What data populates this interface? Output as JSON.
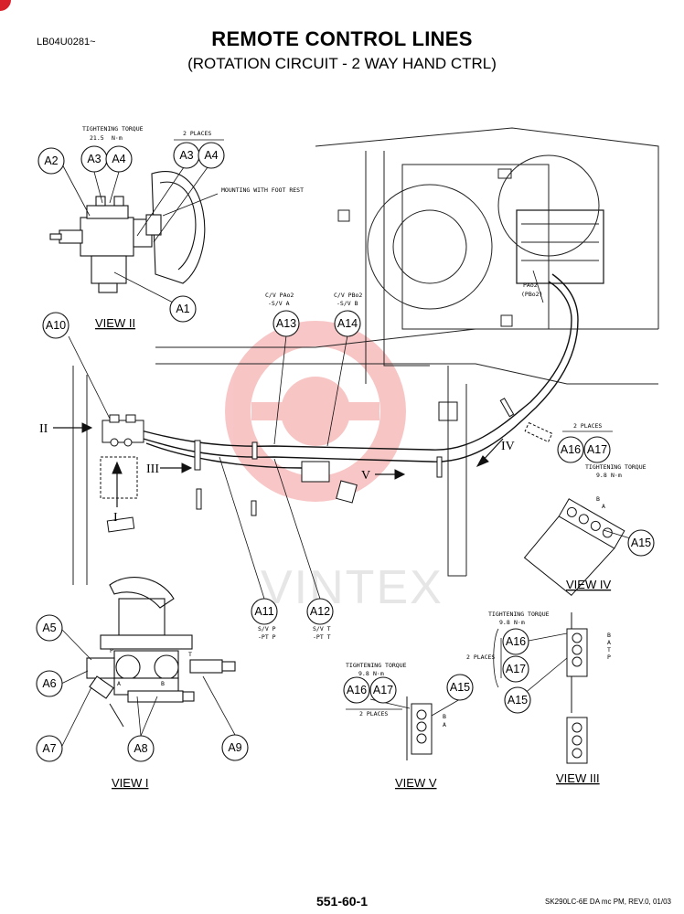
{
  "header": {
    "doc_code": "LB04U0281~",
    "title": "REMOTE CONTROL LINES",
    "subtitle": "(ROTATION CIRCUIT - 2 WAY HAND CTRL)"
  },
  "footer": {
    "page_number": "551-60-1",
    "doc_ref": "SK290LC-6E DA mc PM, REV.0, 01/03"
  },
  "watermark": {
    "text": "VINTEX",
    "color": "#f3a0a0"
  },
  "callouts": {
    "a1": "A1",
    "a2": "A2",
    "a3": "A3",
    "a4": "A4",
    "a5": "A5",
    "a6": "A6",
    "a7": "A7",
    "a8": "A8",
    "a9": "A9",
    "a10": "A10",
    "a11": "A11",
    "a12": "A12",
    "a13": "A13",
    "a14": "A14",
    "a15": "A15",
    "a16": "A16",
    "a17": "A17"
  },
  "notes": {
    "tightening_torque": "TIGHTENING TORQUE",
    "torque_21": "21.5",
    "torque_9": "9.8",
    "torque_unit": "N·m",
    "two_places": "2 PLACES",
    "mounting_foot_rest": "MOUNTING WITH FOOT REST",
    "cv_pao2": "C/V PAo2",
    "sv_a": "-S/V A",
    "cv_pbo2": "C/V PBo2",
    "sv_b": "-S/V B",
    "pao2": "PAo2",
    "pbo2": "(PBo2)",
    "sv_p": "S/V P",
    "pt_p": "-PT P",
    "sv_t": "S/V T",
    "pt_t": "-PT T",
    "port_b": "B",
    "port_a": "A",
    "port_t": "T",
    "port_p": "P"
  },
  "views": {
    "view_1": "VIEW I",
    "view_2": "VIEW II",
    "view_3": "VIEW III",
    "view_4": "VIEW IV",
    "view_5": "VIEW V"
  },
  "arrows": {
    "i": "I",
    "ii": "II",
    "iii": "III",
    "iv": "IV",
    "v": "V"
  }
}
